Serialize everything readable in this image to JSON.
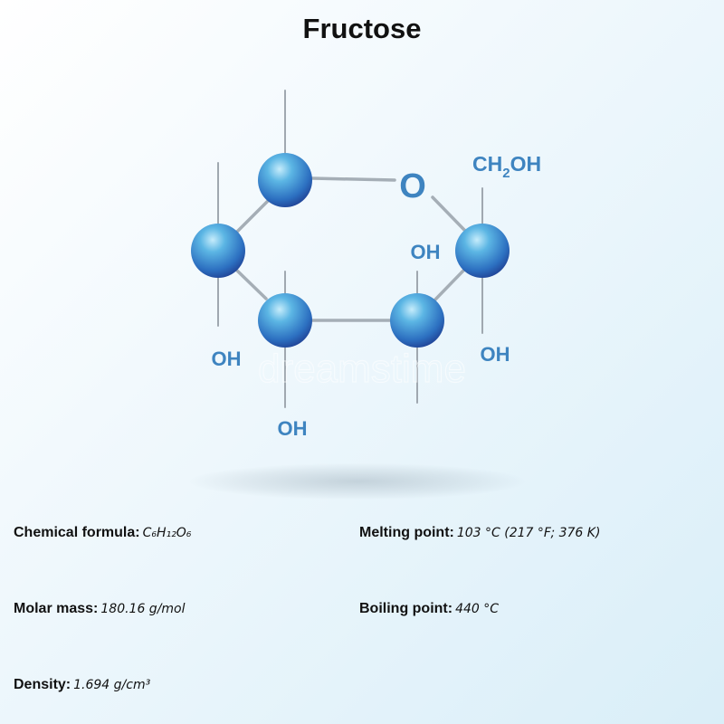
{
  "title": "Fructose",
  "molecule": {
    "ring_oxygen": "O",
    "ch2oh": {
      "main_a": "CH",
      "subscript": "2",
      "main_b": "OH"
    },
    "oh_labels": [
      "OH",
      "OH",
      "OH",
      "OH"
    ]
  },
  "properties": {
    "formula": {
      "label": "Chemical formula:",
      "value": "C₆H₁₂O₆"
    },
    "molar": {
      "label": "Molar mass:",
      "value": "180.16 g/mol"
    },
    "density": {
      "label": "Density:",
      "value": "1.694 g/cm³"
    },
    "melting": {
      "label": "Melting point:",
      "value": "103 °C (217 °F; 376 K)"
    },
    "boiling": {
      "label": "Boiling point:",
      "value": "440 °C"
    }
  },
  "colors": {
    "atom_light": "#9cd8f4",
    "atom_dark": "#23499e",
    "label": "#3e84c0",
    "bond": "#9aa3ab"
  },
  "watermark": "dreamstime"
}
